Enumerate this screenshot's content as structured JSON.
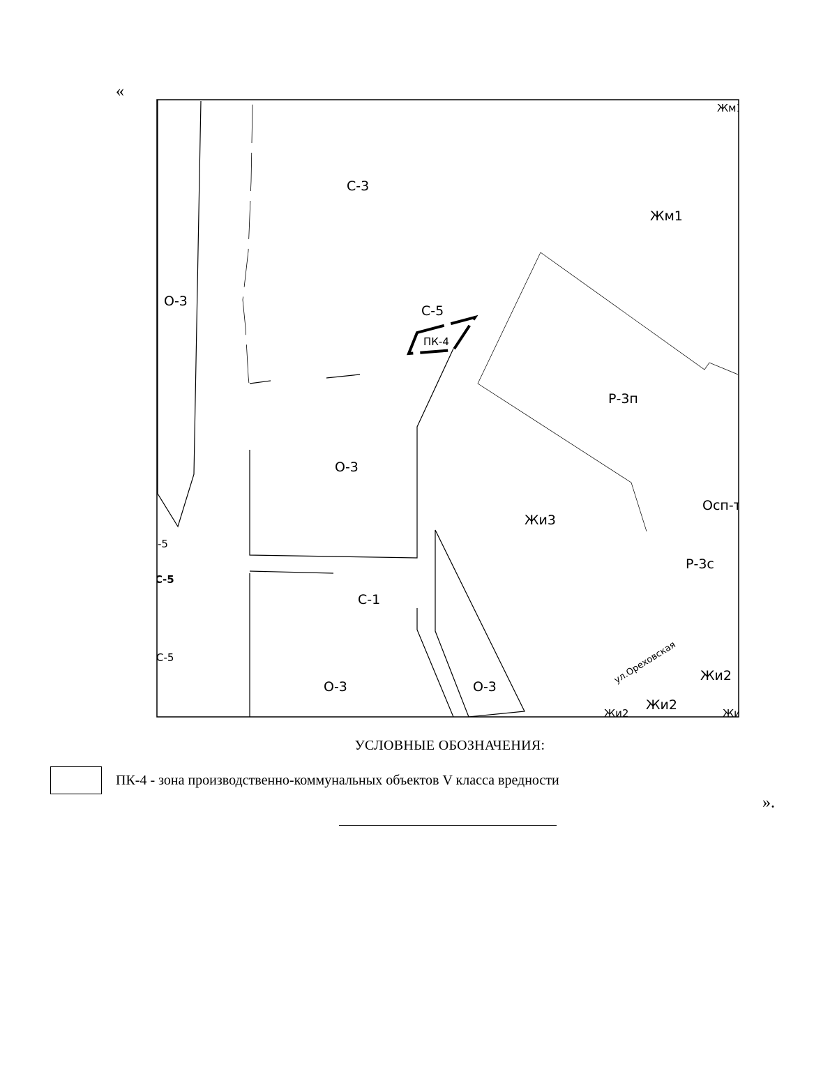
{
  "quotes": {
    "open": "«",
    "close": "»."
  },
  "map": {
    "zones": {
      "c3": "С-3",
      "zhm1_top": "Жм1",
      "zhm1": "Жм1",
      "o3_left": "О-3",
      "c5_top": "С-5",
      "pk4": "ПК-4",
      "r3p": "Р-3п",
      "o3_mid": "О-3",
      "zhi3": "Жи3",
      "osp_t": "Осп-т",
      "c5_left1": "-5",
      "r3s": "Р-3с",
      "c5_left2": "С-5",
      "c1": "С-1",
      "c5_left3": "С-5",
      "zhi2_right": "Жи2",
      "o3_bottom_left": "О-3",
      "o3_bottom_right": "О-3",
      "zhi2_bottom": "Жи2",
      "zhi2_bottom_small": "Жи2",
      "zhi_edge": "Жи"
    },
    "street": "ул.Ореховская"
  },
  "legend": {
    "title": "УСЛОВНЫЕ ОБОЗНАЧЕНИЯ:",
    "items": [
      {
        "text": "ПК-4 - зона производственно-коммунальных объектов V класса вредности"
      }
    ]
  }
}
